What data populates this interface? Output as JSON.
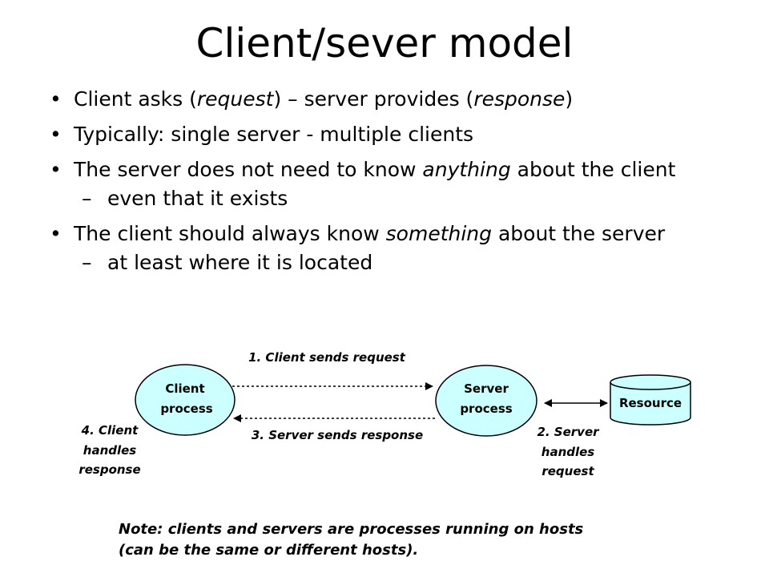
{
  "title": "Client/sever model",
  "bullets": {
    "b1": {
      "pre": "Client asks (",
      "em1": "request",
      "mid": ") – server provides (",
      "em2": "response",
      "post": ")"
    },
    "b2": "Typically: single server - multiple clients",
    "b3": {
      "pre": "The server does not need to know ",
      "em": "anything",
      "post": " about the client"
    },
    "b3_sub": "even that it exists",
    "b4": {
      "pre": "The client should always know ",
      "em": "something",
      "post": " about the server"
    },
    "b4_sub": "at least where it is located",
    "dot": "•",
    "dash": "–"
  },
  "diagram": {
    "client": {
      "line1": "Client",
      "line2": "process"
    },
    "server": {
      "line1": "Server",
      "line2": "process"
    },
    "resource": "Resource",
    "step1": "1. Client sends request",
    "step2": {
      "line1": "2. Server",
      "line2": "handles",
      "line3": "request"
    },
    "step3": "3. Server sends response",
    "step4": {
      "line1": "4. Client",
      "line2": "handles",
      "line3": "response"
    },
    "colors": {
      "node_fill": "#ccffff",
      "stroke": "#000000"
    }
  },
  "note": {
    "line1": "Note: clients and servers are processes running on hosts",
    "line2": "(can be the same or different hosts)."
  }
}
